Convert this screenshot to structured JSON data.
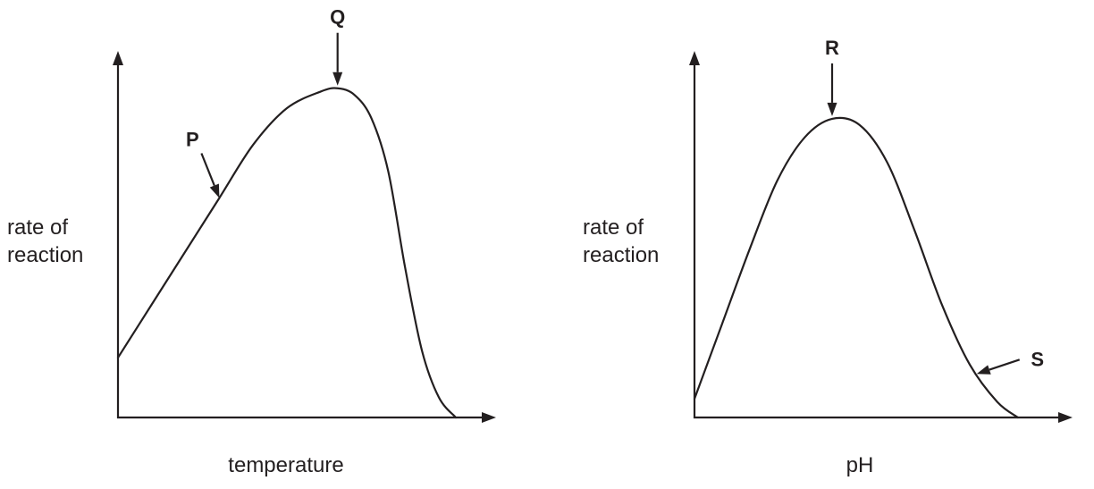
{
  "chart_data": [
    {
      "type": "line",
      "title": "",
      "xlabel": "temperature",
      "ylabel_lines": [
        "rate of",
        "reaction"
      ],
      "axis_ticks": false,
      "grid": false,
      "x_range": [
        0,
        1
      ],
      "y_range": [
        0,
        1
      ],
      "curve": [
        [
          0.0,
          0.18
        ],
        [
          0.1,
          0.34
        ],
        [
          0.2,
          0.5
        ],
        [
          0.3,
          0.66
        ],
        [
          0.4,
          0.82
        ],
        [
          0.5,
          0.93
        ],
        [
          0.6,
          0.98
        ],
        [
          0.65,
          0.99
        ],
        [
          0.7,
          0.97
        ],
        [
          0.75,
          0.9
        ],
        [
          0.8,
          0.74
        ],
        [
          0.85,
          0.45
        ],
        [
          0.9,
          0.2
        ],
        [
          0.95,
          0.06
        ],
        [
          1.0,
          0.0
        ]
      ],
      "annotations": [
        {
          "label": "P",
          "x": 0.3,
          "y": 0.66,
          "from": "upper-left"
        },
        {
          "label": "Q",
          "x": 0.65,
          "y": 0.99,
          "from": "above"
        }
      ]
    },
    {
      "type": "line",
      "title": "",
      "xlabel": "pH",
      "ylabel_lines": [
        "rate of",
        "reaction"
      ],
      "axis_ticks": false,
      "grid": false,
      "x_range": [
        0,
        1
      ],
      "y_range": [
        0,
        1
      ],
      "curve": [
        [
          0.0,
          0.06
        ],
        [
          0.08,
          0.3
        ],
        [
          0.16,
          0.54
        ],
        [
          0.24,
          0.76
        ],
        [
          0.32,
          0.9
        ],
        [
          0.4,
          0.96
        ],
        [
          0.48,
          0.94
        ],
        [
          0.56,
          0.82
        ],
        [
          0.64,
          0.6
        ],
        [
          0.72,
          0.36
        ],
        [
          0.8,
          0.17
        ],
        [
          0.88,
          0.05
        ],
        [
          0.94,
          0.0
        ]
      ],
      "annotations": [
        {
          "label": "R",
          "x": 0.4,
          "y": 0.96,
          "from": "above"
        },
        {
          "label": "S",
          "x": 0.82,
          "y": 0.14,
          "from": "right"
        }
      ]
    }
  ]
}
